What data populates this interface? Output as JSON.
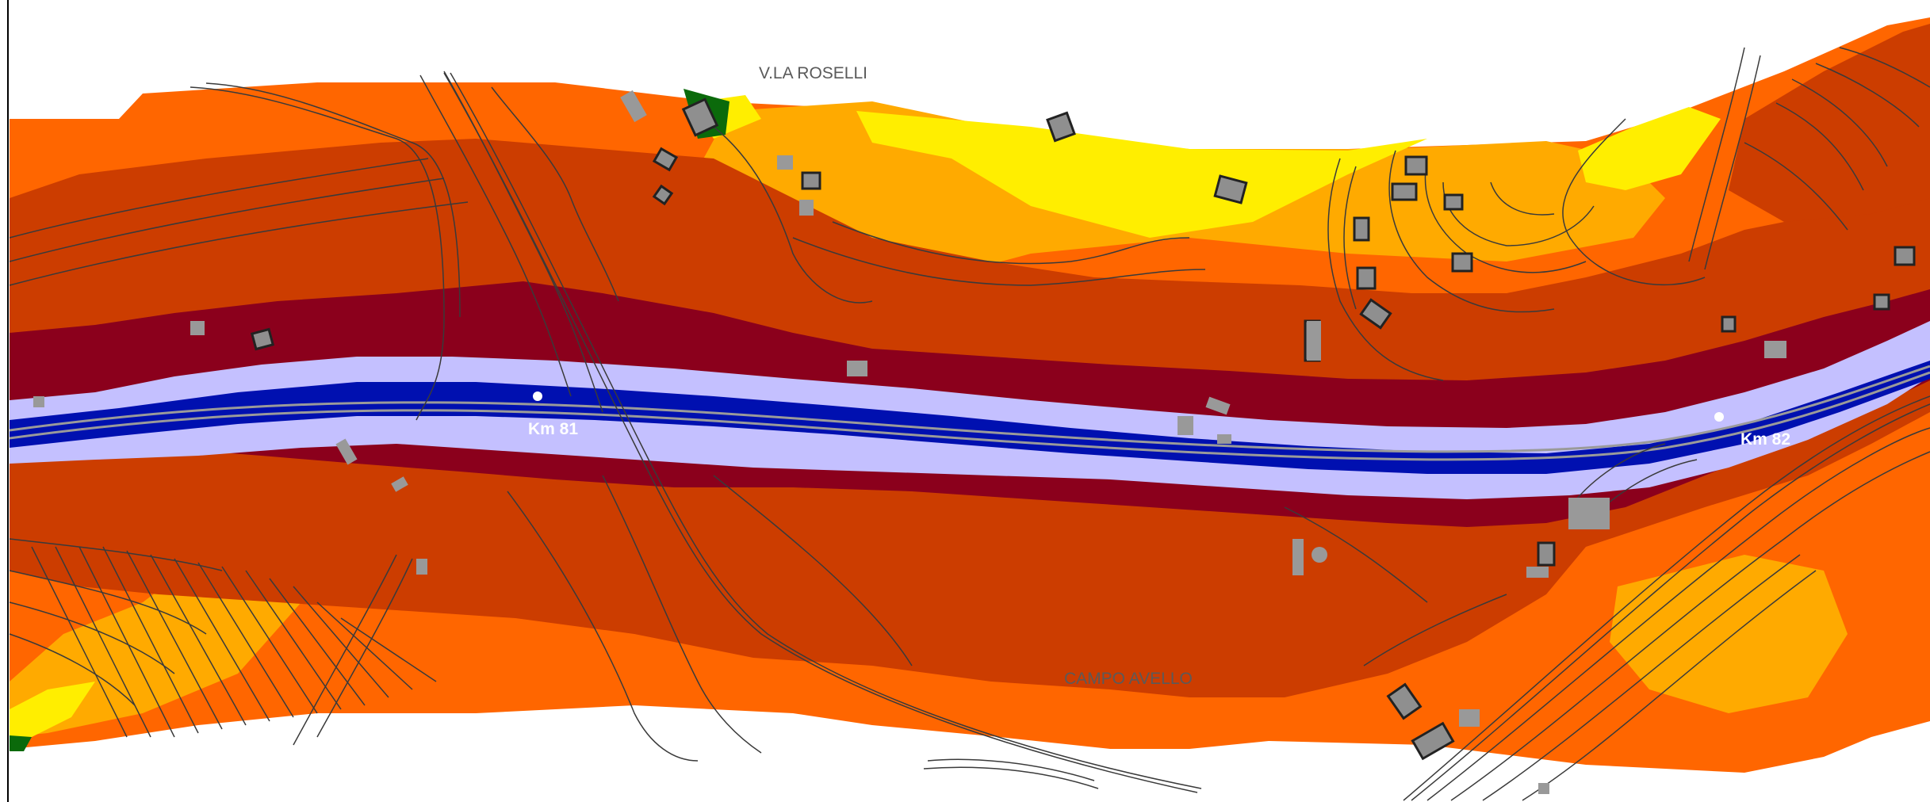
{
  "map": {
    "labels": {
      "north_place": "V.LA ROSELLI",
      "south_place": "CAMPO AVELLO",
      "km_81": "Km 81",
      "km_82": "Km 82"
    },
    "colors": {
      "band_lightest": "#ffee00",
      "band_light": "#ffaa00",
      "band_mid": "#ff6600",
      "band_dark": "#cc3d00",
      "band_darkest": "#8b001c",
      "road_buffer": "#c4c0ff",
      "road_core": "#0010b0",
      "vegetation": "#0b6a0b",
      "building": "#8f8f8f"
    }
  }
}
